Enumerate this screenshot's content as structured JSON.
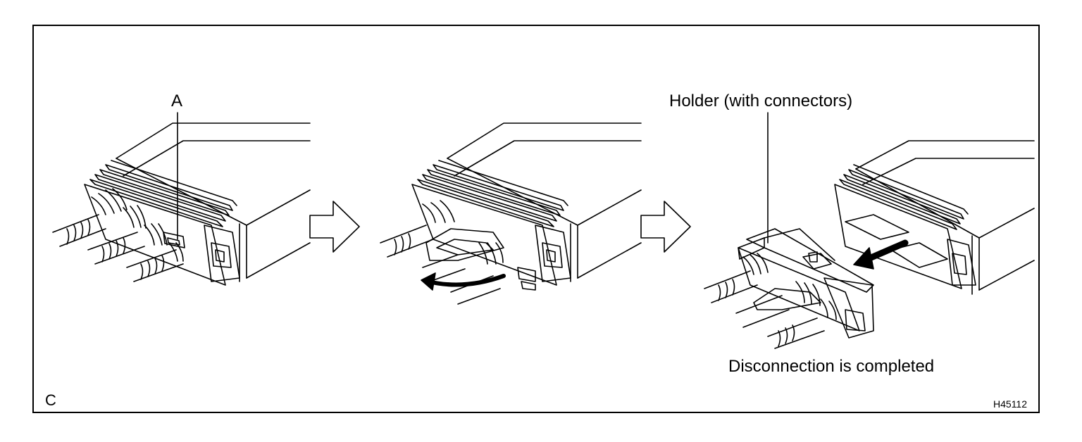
{
  "figure": {
    "label_a": "A",
    "label_holder": "Holder (with connectors)",
    "label_completed": "Disconnection is completed",
    "corner_letter": "C",
    "figure_code": "H45112"
  },
  "steps": [
    {
      "id": 1,
      "icon": "ecu-with-connector-locked-icon"
    },
    {
      "id": 2,
      "icon": "ecu-with-lever-released-icon"
    },
    {
      "id": 3,
      "icon": "ecu-with-holder-removed-icon"
    }
  ],
  "colors": {
    "line": "#000000",
    "background": "#ffffff"
  }
}
